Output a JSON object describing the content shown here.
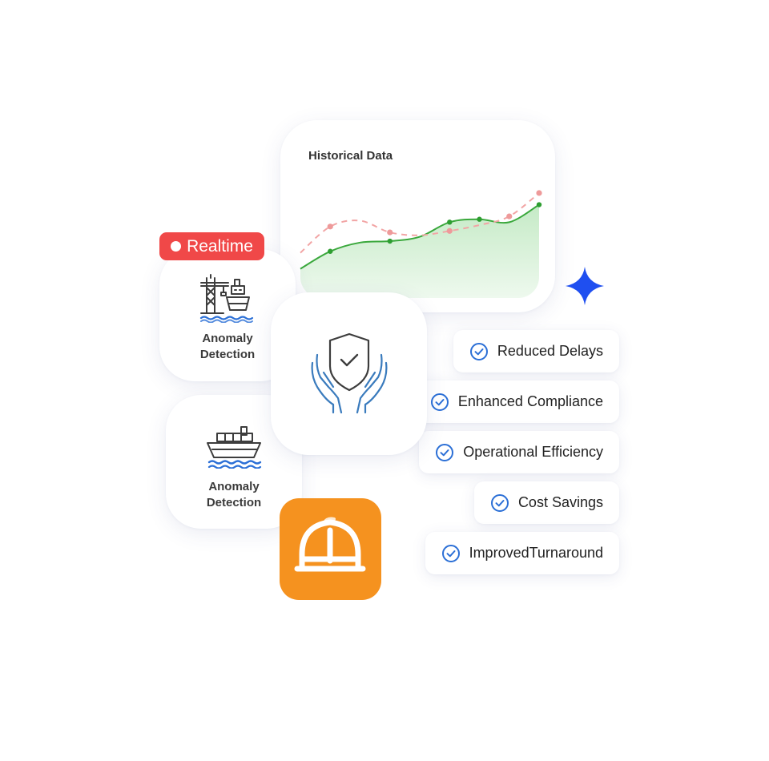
{
  "chart_card": {
    "title": "Historical Data"
  },
  "chart_data": {
    "type": "line",
    "title": "Historical Data",
    "xlabel": "",
    "ylabel": "",
    "x": [
      0,
      1,
      2,
      3,
      4,
      5,
      6,
      7,
      8
    ],
    "ylim": [
      0,
      10
    ],
    "series": [
      {
        "style": "dashed",
        "color": "#f2a5a5",
        "values": [
          3.1,
          4.9,
          5.3,
          4.5,
          4.3,
          4.6,
          5.0,
          5.6,
          7.2
        ],
        "markers": [
          1,
          3,
          5,
          7,
          8
        ]
      },
      {
        "style": "solid-area",
        "color": "#3aa83c",
        "values": [
          2.0,
          3.2,
          3.8,
          3.9,
          4.2,
          5.2,
          5.4,
          5.2,
          6.4
        ],
        "markers": [
          1,
          3,
          5,
          6,
          8
        ]
      }
    ],
    "grid": false,
    "legend": "none"
  },
  "badge": {
    "label": "Realtime",
    "color": "#f04848"
  },
  "anomaly_cards": [
    {
      "label_line1": "Anomaly",
      "label_line2": "Detection",
      "icon": "port-crane-ship-icon"
    },
    {
      "label_line1": "Anomaly",
      "label_line2": "Detection",
      "icon": "cargo-ship-icon"
    }
  ],
  "shield_card": {
    "icon": "shield-hands-check-icon"
  },
  "app_tile": {
    "icon": "hard-hat-icon",
    "color": "#f5921f"
  },
  "sparkle": {
    "icon": "sparkle-icon",
    "color": "#1f4ff0"
  },
  "benefits": [
    {
      "label": "Reduced Delays"
    },
    {
      "label": "Enhanced Compliance"
    },
    {
      "label": "Operational Efficiency"
    },
    {
      "label": "Cost Savings"
    },
    {
      "label": "ImprovedTurnaround"
    }
  ],
  "colors": {
    "check": "#2b6fd6",
    "wave": "#2b6fd6",
    "icon_stroke": "#3d3d3d"
  }
}
